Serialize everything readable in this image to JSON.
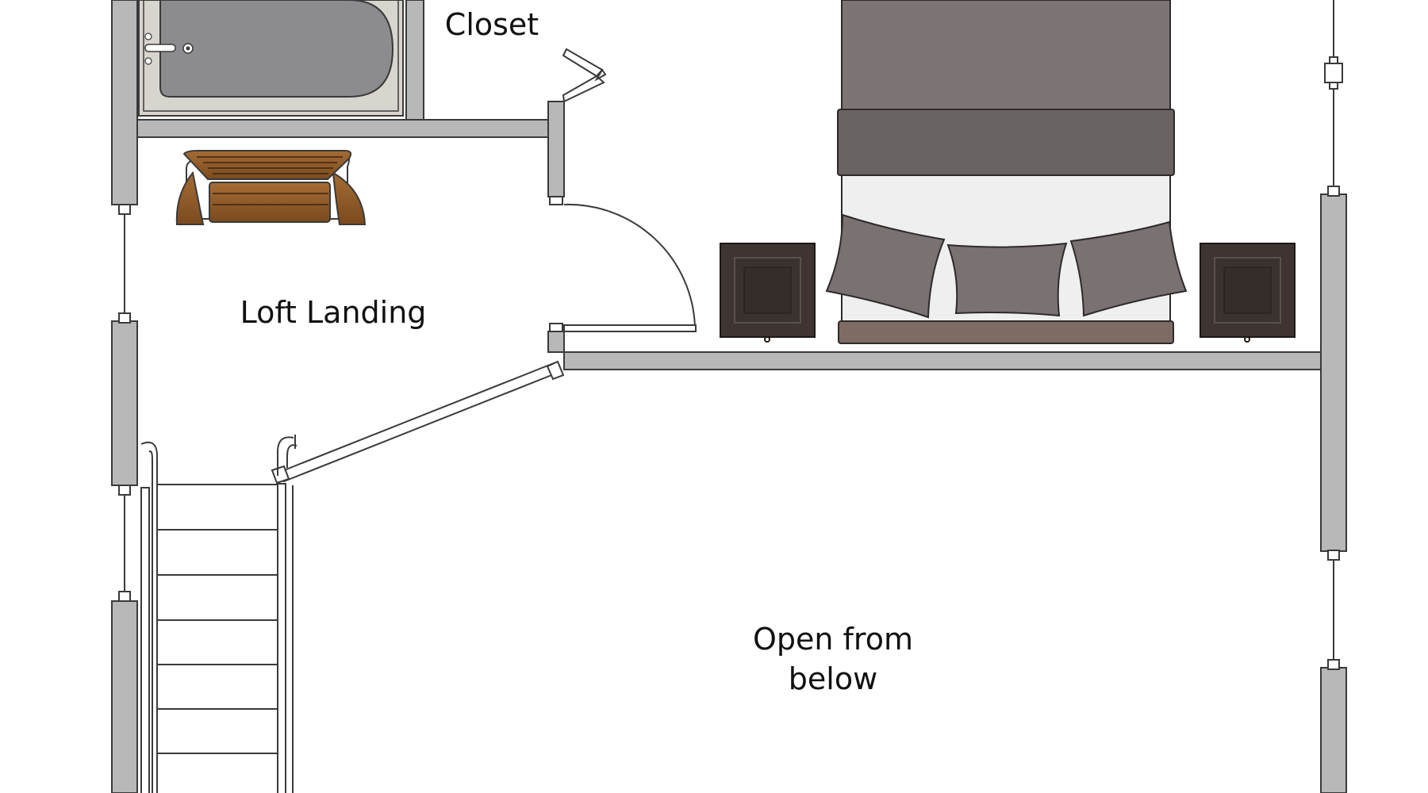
{
  "labels": {
    "closet": "Closet",
    "loft_landing": "Loft Landing",
    "open_from_below_line1": "Open from",
    "open_from_below_line2": "below"
  },
  "colors": {
    "wall_fill": "#b8b8b8",
    "wall_stroke": "#3a3a3a",
    "tub_rim": "#d8d4ce",
    "tub_basin": "#8c8c8e",
    "bed_frame": "#7d7474",
    "bed_headboard": "#6a6363",
    "mattress": "#efefef",
    "pillow": "#7a7272",
    "nightstand": "#3e3532",
    "bench_wood": "#8b5a2b",
    "bench_dark": "#5c3a1a"
  },
  "icons": {
    "bathtub": "bathtub-icon",
    "bench": "bench-icon",
    "bed": "bed-icon",
    "nightstand": "nightstand-icon",
    "staircase": "staircase-icon",
    "door": "door-swing-icon",
    "window": "window-icon"
  }
}
